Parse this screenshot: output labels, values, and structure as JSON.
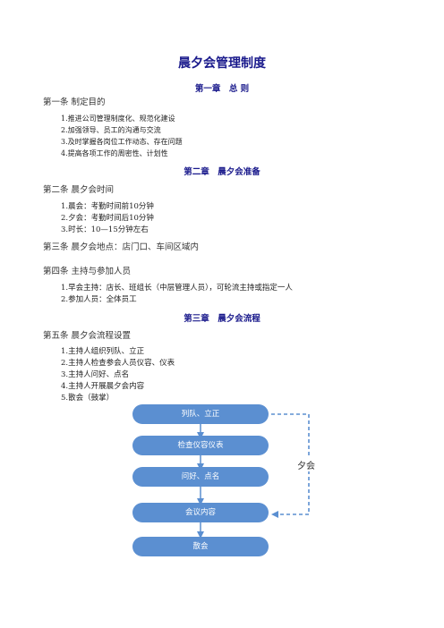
{
  "title": "晨夕会管理制度",
  "chapters": [
    {
      "label": "第一章　总 则"
    },
    {
      "label": "第二章　晨夕会准备"
    },
    {
      "label": "第三章　晨夕会流程"
    }
  ],
  "articles": [
    {
      "label": "第一条 制定目的",
      "items": [
        "1.推进公司管理制度化、规范化建设",
        "2.加强领导、员工的沟通与交流",
        "3.及时掌握各岗位工作动态、存在问题",
        "4.提高各项工作的周密性、计划性"
      ]
    },
    {
      "label": "第二条 晨夕会时间",
      "items": [
        "1.晨会：考勤时间前10分钟",
        "2.夕会：考勤时间后10分钟",
        "3.时长：10—15分钟左右"
      ]
    },
    {
      "label": "第三条 晨夕会地点：店门口、车间区域内",
      "items": []
    },
    {
      "label": "第四条 主持与参加人员",
      "items": [
        "1.早会主持：店长、班组长（中层管理人员），可轮流主持或指定一人",
        "2.参加人员：全体员工"
      ]
    },
    {
      "label": "第五条 晨夕会流程设置",
      "items": [
        "1.主持人组织列队、立正",
        "2.主持人检查参会人员仪容、仪表",
        "3.主持人问好、点名",
        "4.主持人开展晨夕会内容",
        "5.散会（鼓掌）"
      ]
    }
  ],
  "flowchart": {
    "steps": [
      "列队、立正",
      "检查仪容仪表",
      "问好、点名",
      "会议内容",
      "散会"
    ],
    "loop_label": "夕会",
    "box_color": "#5b8fd1"
  }
}
